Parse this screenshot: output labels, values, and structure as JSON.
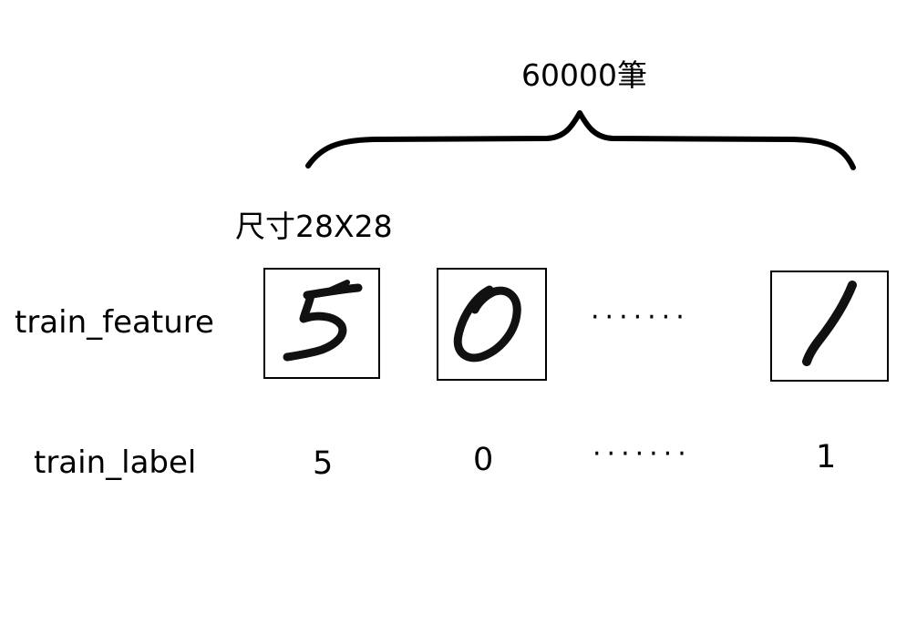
{
  "count_label": "60000筆",
  "size_label": "尺寸28X28",
  "rows": {
    "feature_label": "train_feature",
    "label_label": "train_label"
  },
  "samples": [
    {
      "digit_image": "handwritten-5",
      "label": "5"
    },
    {
      "digit_image": "handwritten-0",
      "label": "0"
    },
    {
      "digit_image": "handwritten-1",
      "label": "1"
    }
  ],
  "ellipsis": {
    "feature": "·······",
    "label": "·······"
  }
}
